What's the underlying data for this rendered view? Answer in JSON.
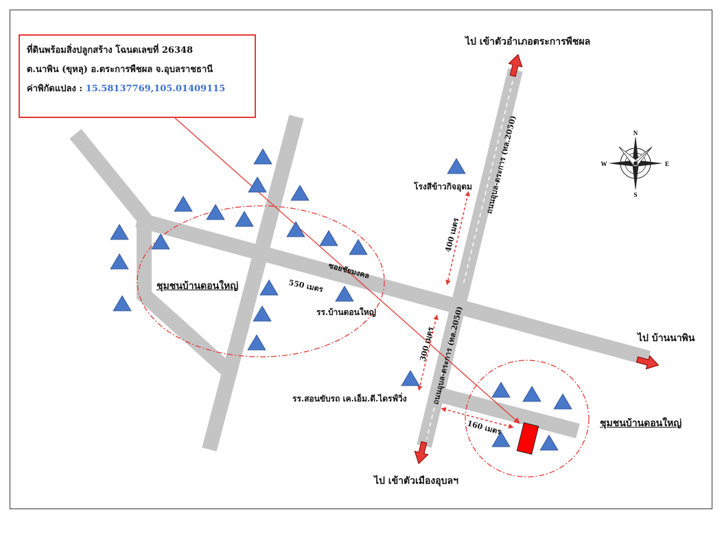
{
  "info": {
    "line1": "ที่ดินพร้อมสิ่งปลูกสร้าง โฉนดเลขที่ 26348",
    "line2": "ต.นาพิน (ขุหลุ) อ.ตระการพืชผล จ.อุบลราชธานี",
    "line3_label": "ค่าพิกัดแปลง : ",
    "line3_value": "15.58137769,105.01409115"
  },
  "labels": {
    "to_district": "ไป เข้าตัวอำเภอตระการพืชผล",
    "to_city": "ไป เข้าตัวเมืองอุบลฯ",
    "to_napin": "ไป บ้านนาพิน",
    "rice_mill": "โรงสีข้าวกิจอุดม",
    "road_north": "ถนนอุบล-ตระการ (ทล.2050)",
    "road_south": "ถนนอุบล-ตระการ (ทล.2050)",
    "soi": "ซอยชัยมงคล",
    "community_left": "ชุมชนบ้านดอนใหญ่",
    "community_right": "ชุมชนบ้านดอนใหญ่",
    "school": "รร.บ้านดอนใหญ่",
    "driving_school": "รร.สอนขับรถ เค.เอ็ม.ดี.ไดรฟ์วิ่ง",
    "dist_550": "550 เมตร",
    "dist_400": "400 เมตร",
    "dist_300": "300 เมตร",
    "dist_160": "160 เมตร"
  },
  "compass": {
    "n": "N",
    "s": "S",
    "e": "E",
    "w": "W"
  },
  "colors": {
    "road": "#c4c4c4",
    "triangle": "#4a78c8",
    "accent": "#e53935",
    "coord_text": "#3a6fd1"
  }
}
